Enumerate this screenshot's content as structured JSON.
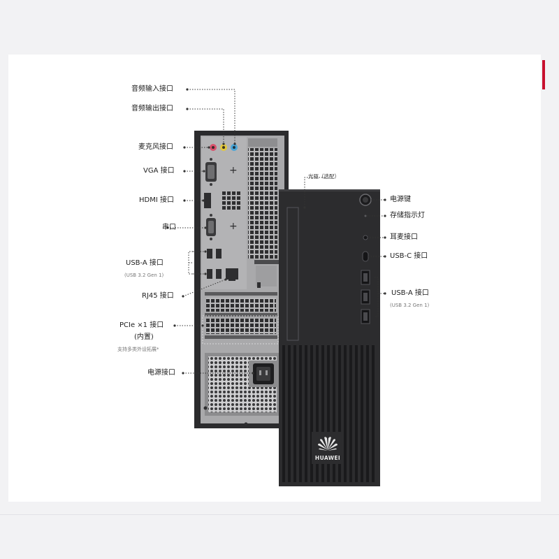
{
  "left_labels": {
    "audio_in": "音频输入接口",
    "audio_out": "音频输出接口",
    "mic": "麦克风接口",
    "vga": "VGA 接口",
    "hdmi": "HDMI 接口",
    "serial": "串口",
    "usb_a": "USB-A 接口",
    "usb_a_sub": "(USB 3.2 Gen 1)",
    "rj45": "RJ45 接口",
    "pcie": "PCIe ×1 接口",
    "pcie_inner": "(内置)",
    "pcie_sub": "支持多类外设拓展*",
    "power": "电源接口"
  },
  "right_labels": {
    "optical": "光驱（选配）",
    "power_button": "电源键",
    "storage_led": "存储指示灯",
    "headset": "耳麦接口",
    "usb_c": "USB-C 接口",
    "usb_a": "USB-A 接口",
    "usb_a_sub": "(USB 3.2 Gen 1)"
  },
  "brand": {
    "logo_text": "HUAWEI"
  },
  "colors": {
    "case_black": "#2b2b2d",
    "panel_silver": "#a9a9ab",
    "dark_port": "#3a3a3c",
    "mic_pink": "#d9506c",
    "line_in_yellow": "#e2c840",
    "line_out_blue": "#4aa6d8",
    "accent_red": "#c8102e"
  },
  "icons": [
    "huawei-logo-icon",
    "power-button-icon"
  ]
}
